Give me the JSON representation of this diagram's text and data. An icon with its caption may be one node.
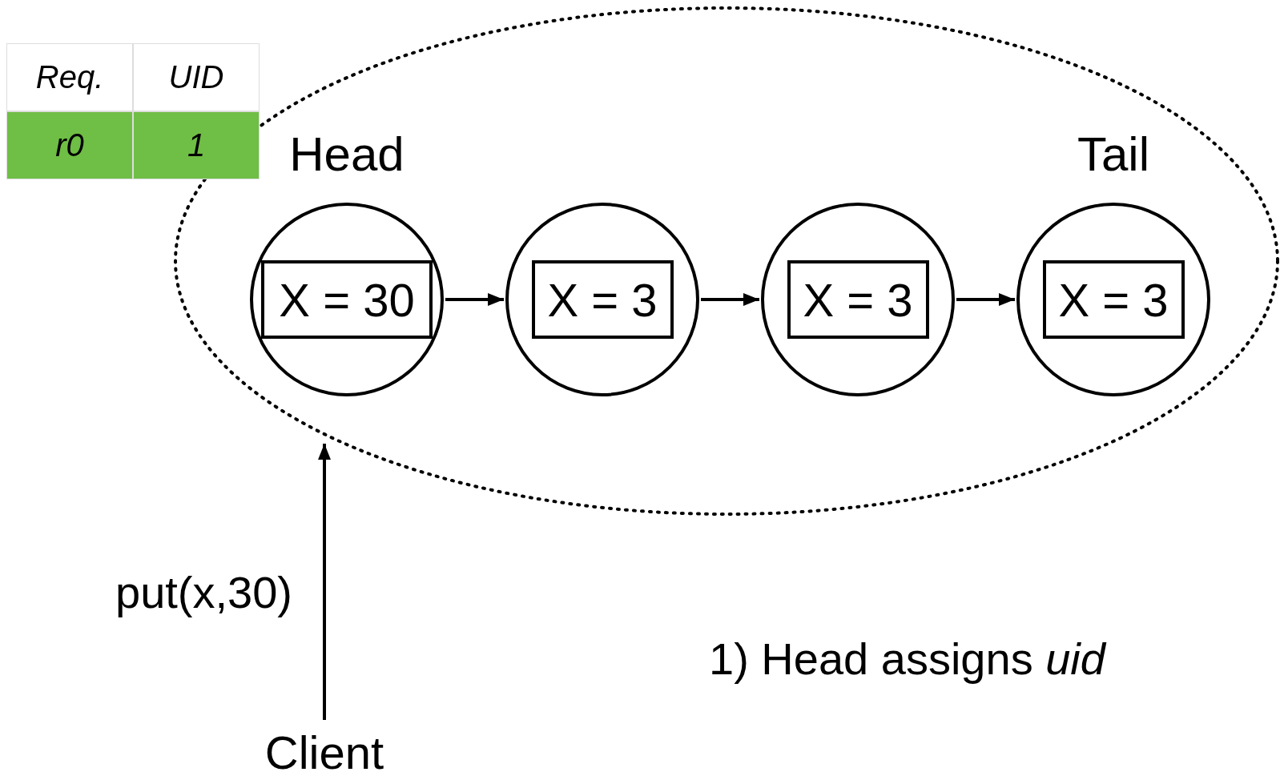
{
  "diagram": {
    "nodes": [
      {
        "text": [],
        "shape": "ellipse"
      },
      {
        "text": [],
        "shape": "circle",
        "in": 0,
        "beside": [
          "Head"
        ]
      },
      {
        "text": [
          "X = 30"
        ],
        "in": 1
      },
      {
        "text": [],
        "shape": "circle",
        "in": 0
      },
      {
        "text": [
          "X = 3"
        ],
        "in": 3
      },
      {
        "text": [],
        "shape": "circle",
        "in": 0
      },
      {
        "text": [
          "X = 3"
        ],
        "in": 5
      },
      {
        "text": [],
        "shape": "circle",
        "in": 0,
        "beside": [
          "Tail"
        ]
      },
      {
        "text": [
          "X = 3"
        ],
        "in": 7
      },
      {
        "text": [
          "Client"
        ]
      }
    ],
    "edges": [
      {
        "from": 1,
        "to": 3,
        "arrow": "to"
      },
      {
        "from": 3,
        "to": 5,
        "arrow": "to"
      },
      {
        "from": 5,
        "to": 7,
        "arrow": "to"
      },
      {
        "from": 9,
        "to": 0,
        "arrow": "to",
        "label": "put(x,30)"
      }
    ],
    "labels": [
      "Req.",
      "UID",
      "r0",
      "1",
      "1) Head assigns *uid*"
    ]
  }
}
